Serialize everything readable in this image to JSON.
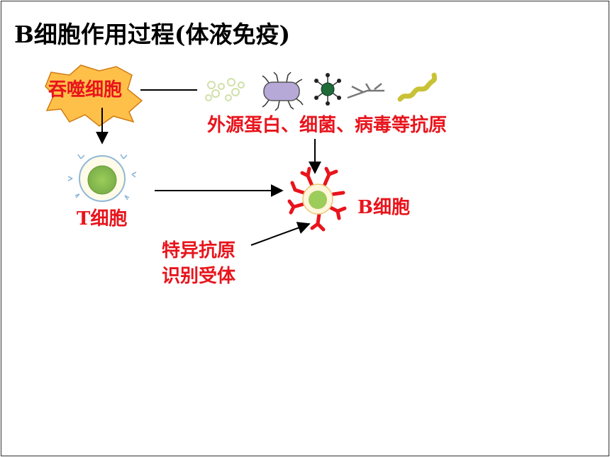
{
  "title": "B细胞作用过程(体液免疫)",
  "labels": {
    "phagocyte": "吞噬细胞",
    "antigens": "外源蛋白、细菌、病毒等抗原",
    "t_cell": "T细胞",
    "b_cell": "B细胞",
    "receptor_line1": "特异抗原",
    "receptor_line2": "识别受体"
  },
  "colors": {
    "label_red": "#e8141c",
    "phagocyte_fill": "#ffc04a",
    "cell_green": "#9ccc5a",
    "receptor_red": "#e8141c",
    "arrow": "#000000"
  },
  "icons": [
    "phagocyte-icon",
    "protein-antigen-icon",
    "bacterium-icon",
    "virus-icon",
    "filament-antigen-icon",
    "spiral-bacterium-icon",
    "t-cell-icon",
    "b-cell-icon"
  ]
}
